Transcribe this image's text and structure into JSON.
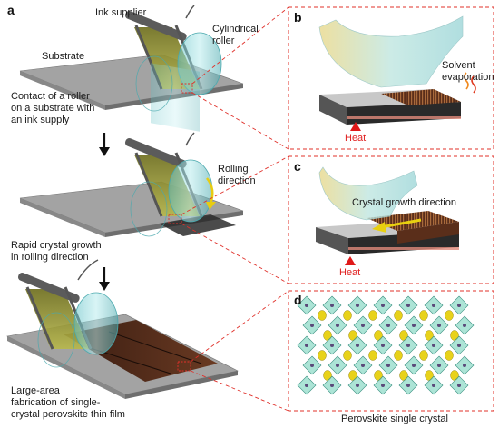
{
  "panels": {
    "a": "a",
    "b": "b",
    "c": "c",
    "d": "d"
  },
  "labels": {
    "ink_supplier": "Ink supplier",
    "cylindrical_roller": "Cylindrical\nroller",
    "substrate": "Substrate",
    "step1": "Contact of a roller\non a substrate with\nan ink supply",
    "rolling_direction": "Rolling\ndirection",
    "step2": "Rapid crystal growth\nin rolling direction",
    "step3": "Large-area\nfabrication of single-\ncrystal perovskite thin film",
    "solvent_evaporation": "Solvent\nevaporation",
    "heat_b": "Heat",
    "crystal_growth_direction": "Crystal growth direction",
    "heat_c": "Heat",
    "perovskite_single_crystal": "Perovskite single crystal"
  },
  "colors": {
    "dashed": "#e0302a",
    "heat_arrow": "#e01818",
    "substrate": "#9a9a9a",
    "film": "#5a3020",
    "roller": "#8fd4d8",
    "ink": "#8a8a2a"
  }
}
